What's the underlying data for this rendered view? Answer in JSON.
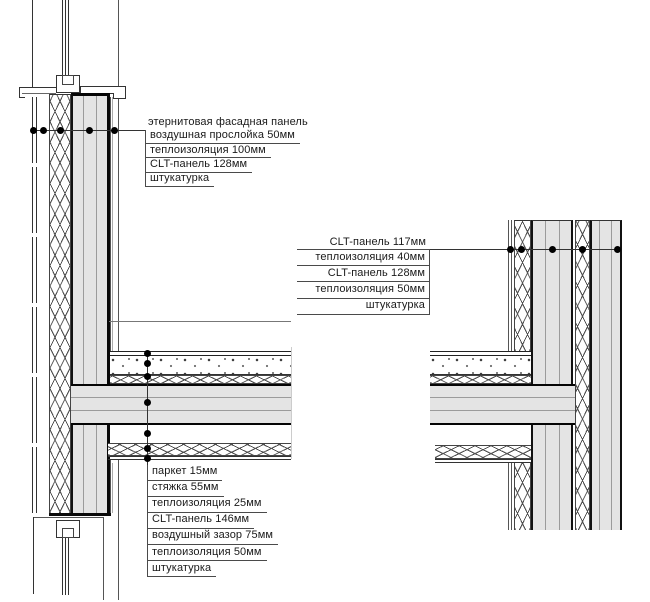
{
  "colors": {
    "thin_line": "#4a4a4a",
    "heavy_line": "#0a0a0a",
    "clt_fill": "#e4e4e4",
    "lamella_line": "#9b9b9b",
    "label_text": "#1a1a1a"
  },
  "label_groups": {
    "facade_wall": {
      "items": [
        "этернитовая фасадная панель",
        "воздушная прослойка 50мм",
        "теплоизоляция 100мм",
        "CLT-панель 128мм",
        "штукатурка"
      ]
    },
    "partition_wall": {
      "items": [
        "CLT-панель 117мм",
        "теплоизоляция 40мм",
        "CLT-панель 128мм",
        "теплоизоляция 50мм",
        "штукатурка"
      ]
    },
    "floor": {
      "items": [
        "паркет 15мм",
        "стяжка 55мм",
        "теплоизоляция 25мм",
        "CLT-панель 146мм",
        "воздушный зазор 75мм",
        "теплоизоляция 50мм",
        "штукатурка"
      ]
    }
  }
}
